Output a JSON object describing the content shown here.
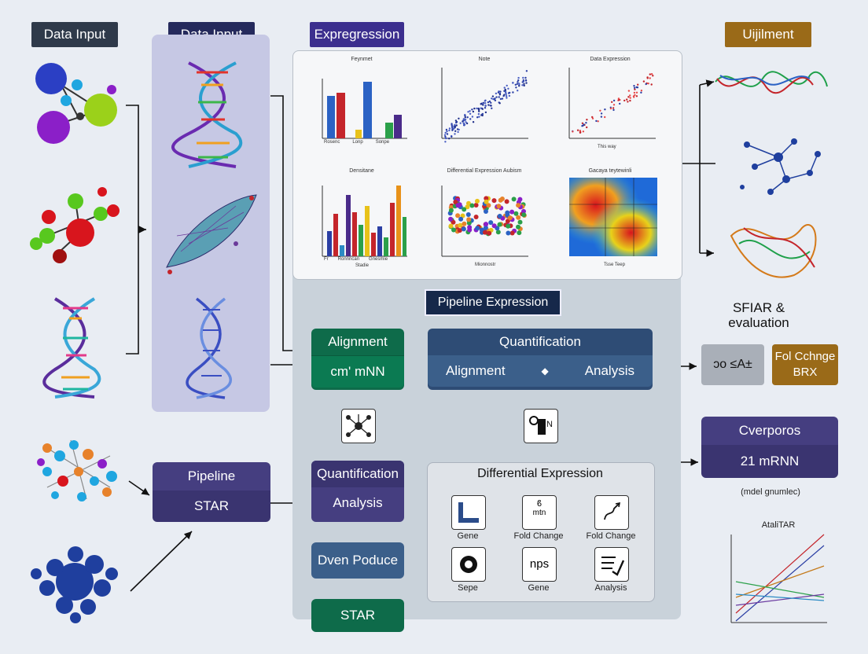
{
  "headers": {
    "data_input_1": "Data Input",
    "data_input_2": "Data Input",
    "expregression": "Expregression",
    "ujilment": "Uijilment"
  },
  "colors": {
    "dark_header": "#2f3a4a",
    "navy_header": "#252a5c",
    "purple_header": "#3c2f8e",
    "brown_header": "#9a6a18",
    "green": "#0e6b4a",
    "navy": "#453e80",
    "blue": "#2e4c75"
  },
  "charts": {
    "c1_title": "Feynmet",
    "c1_xlabels": [
      "Rosenc",
      "Lonp",
      "Sonpe"
    ],
    "c2_title": "Note",
    "c3_title": "Data Expression",
    "c3_xlabel": "This way",
    "c4_title": "Densitane",
    "c4_xlabels": [
      "Fr",
      "Ronnncan",
      "Gnesmie"
    ],
    "c4_xlabel": "Stadie",
    "c5_title": "Differential Expression Aubism",
    "c5_xlabel": "Mionnostr",
    "c6_title": "Gacaya teytewinli",
    "c6_xlabel": "Tsse Teep"
  },
  "pipeline_expression": "Pipeline Expression",
  "alignment_box": {
    "top": "Alignment",
    "bottom": "cm' mNN"
  },
  "quantification_box": {
    "top": "Quantification",
    "left": "Alignment",
    "right": "Analysis"
  },
  "pipeline_box": {
    "top": "Pipeline",
    "bottom": "STAR"
  },
  "quant_analysis_box": {
    "top": "Quantification",
    "bottom": "Analysis"
  },
  "dven_box": "Dven Poduce",
  "star_box": "STAR",
  "differential_expression": {
    "title": "Differential Expression",
    "items": [
      "Gene",
      "Fold Change",
      "Fold Change",
      "Sepe",
      "Gene",
      "Analysis"
    ],
    "icon_text_fc": "mtn",
    "icon_text_nps": "nps"
  },
  "right": {
    "sfiar_title": "SFIAR &\nevaluation",
    "left_badge": "ɔo  ≤A±",
    "right_badge": "Fol Cchnge\nBRX",
    "cverporos_top": "Cverporos",
    "cverporos_bottom": "21 mRNN",
    "caption": "(mdel gnumlec)",
    "line_title": "AtaliTAR"
  },
  "icons": {
    "network_icon": "network-icon",
    "bottle_icon": "bottle-icon"
  }
}
